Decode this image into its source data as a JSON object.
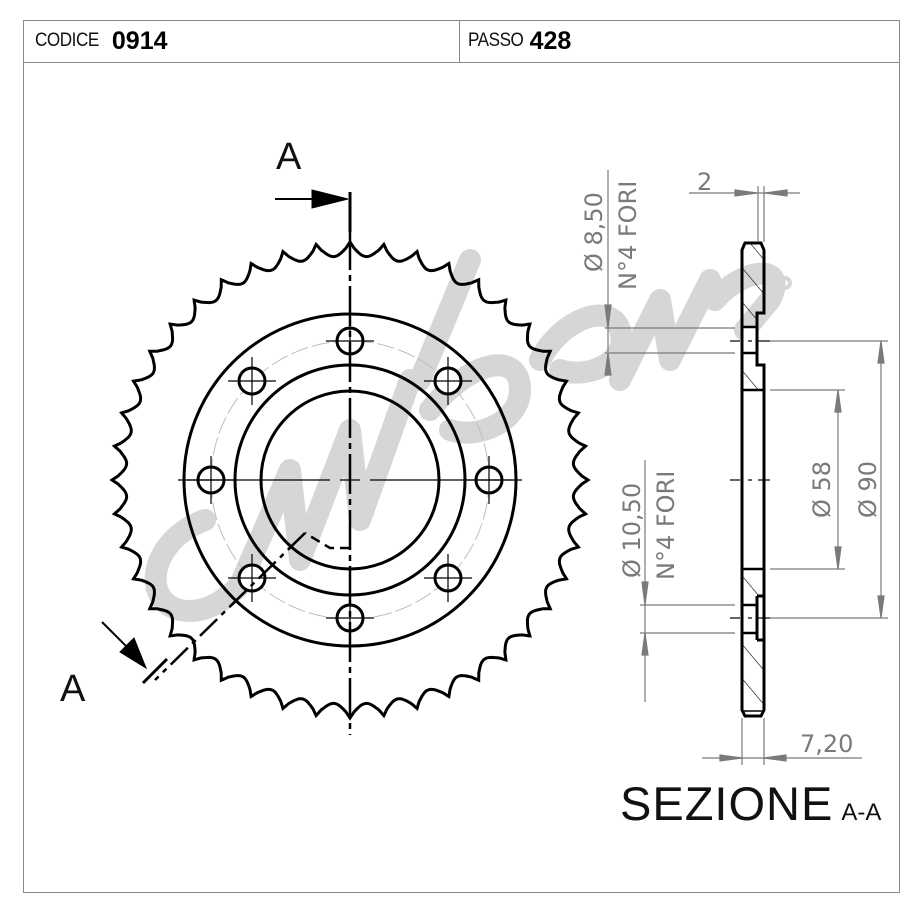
{
  "header": {
    "code_label": "CODICE",
    "code_value": "0914",
    "pitch_label": "PASSO",
    "pitch_value": "428"
  },
  "front_view": {
    "section_marker_top": "A",
    "section_marker_bottom": "A",
    "teeth_count_estimate": 44,
    "bolt_holes_visible": 8
  },
  "section_view": {
    "caption": "SEZIONE",
    "caption_suffix": "A-A",
    "dimensions": {
      "offset_top": "2",
      "thickness": "7,20",
      "small_hole_diameter": "Ø 8,50",
      "small_hole_count": "N°4 FORI",
      "large_hole_diameter": "Ø 10,50",
      "large_hole_count": "N°4 FORI",
      "inner_diameter": "Ø 58",
      "bolt_circle_diameter": "Ø 90"
    }
  },
  "colors": {
    "line": "#000000",
    "dimension": "#7a7a7a",
    "watermark": "#d4d4d4",
    "frame": "#8a8a8a"
  }
}
